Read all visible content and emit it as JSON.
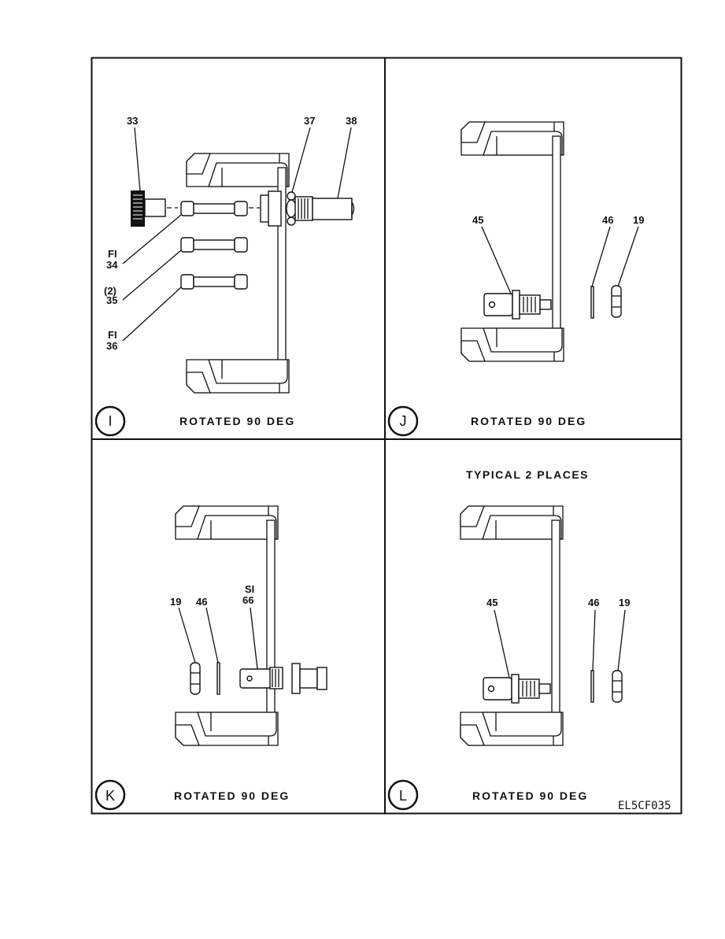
{
  "figure_id": "EL5CF035",
  "colors": {
    "ink": "#111111",
    "paper": "#ffffff"
  },
  "panels": [
    {
      "id": "I",
      "caption": "ROTATED 90 DEG",
      "note": "",
      "callouts": [
        {
          "label": "33",
          "part": "knob"
        },
        {
          "label": "37",
          "part": "nut"
        },
        {
          "label": "38",
          "part": "fuse-holder-body"
        },
        {
          "label": "FI",
          "sub": "34",
          "part": "fuse"
        },
        {
          "label": "(2)",
          "sub": "35",
          "part": "fuse"
        },
        {
          "label": "FI",
          "sub": "36",
          "part": "fuse"
        }
      ]
    },
    {
      "id": "J",
      "caption": "ROTATED 90 DEG",
      "note": "",
      "callouts": [
        {
          "label": "45",
          "part": "connector"
        },
        {
          "label": "46",
          "part": "washer"
        },
        {
          "label": "19",
          "part": "nut"
        }
      ]
    },
    {
      "id": "K",
      "caption": "ROTATED 90 DEG",
      "note": "",
      "callouts": [
        {
          "label": "19",
          "part": "nut"
        },
        {
          "label": "46",
          "part": "washer"
        },
        {
          "label": "SI",
          "sub": "66",
          "part": "switch"
        }
      ]
    },
    {
      "id": "L",
      "caption": "ROTATED 90 DEG",
      "note": "TYPICAL 2 PLACES",
      "callouts": [
        {
          "label": "45",
          "part": "connector"
        },
        {
          "label": "46",
          "part": "washer"
        },
        {
          "label": "19",
          "part": "nut"
        }
      ]
    }
  ]
}
